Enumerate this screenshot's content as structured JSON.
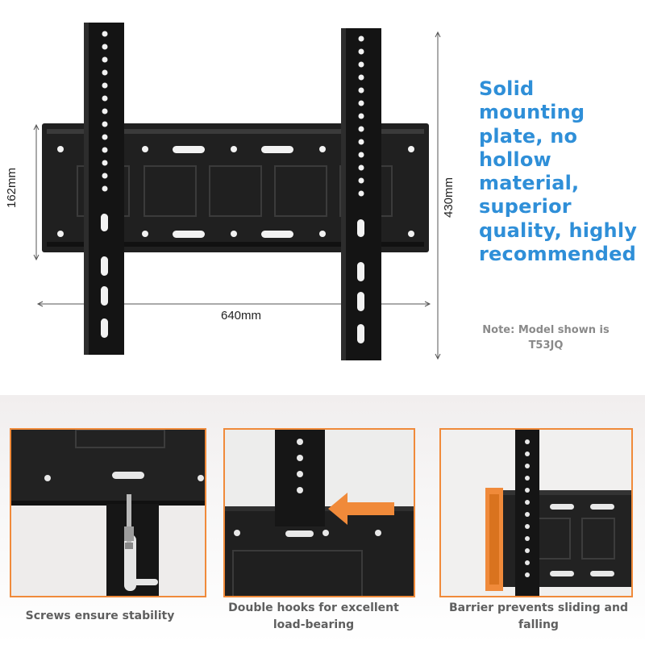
{
  "headline": "Solid mounting plate, no hollow material, superior quality, highly recommended",
  "note": "Note: Model shown is T53JQ",
  "dimensions": {
    "width": "640mm",
    "plate_height": "162mm",
    "total_height": "430mm"
  },
  "features": [
    {
      "caption": "Screws ensure stability"
    },
    {
      "caption": "Double hooks for excellent load-bearing"
    },
    {
      "caption": "Barrier prevents sliding and falling"
    }
  ],
  "colors": {
    "accent_text": "#2f8fd8",
    "panel_border": "#f08a3a",
    "metal": "#1b1b1b"
  }
}
